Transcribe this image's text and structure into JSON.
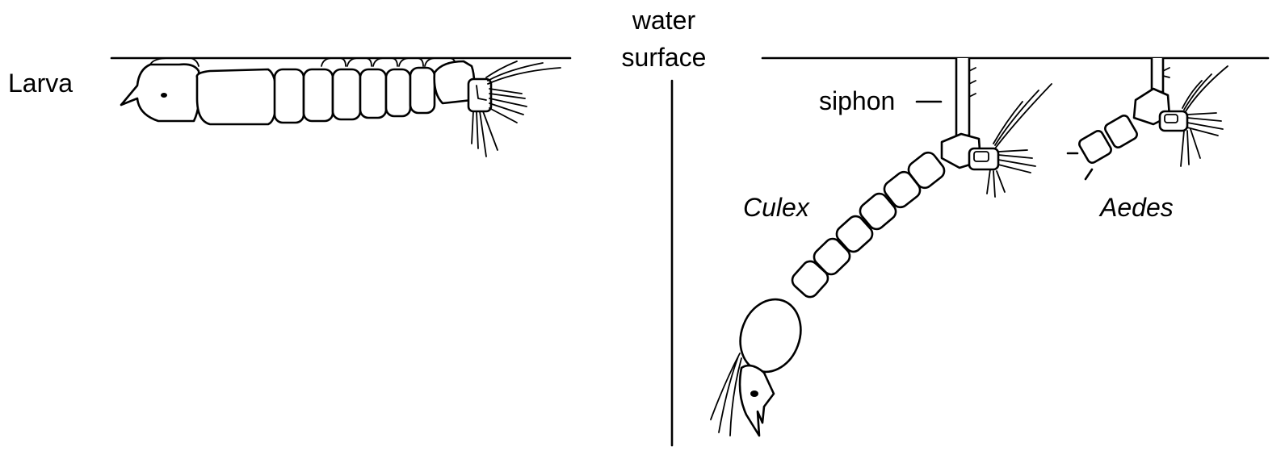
{
  "labels": {
    "larva": "Larva",
    "water_line1": "water",
    "water_line2": "surface",
    "siphon": "siphon",
    "culex": "Culex",
    "aedes": "Aedes"
  },
  "colors": {
    "ink": "#000000",
    "background": "#ffffff"
  }
}
